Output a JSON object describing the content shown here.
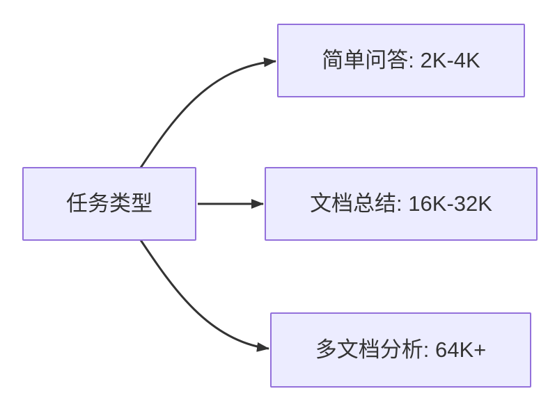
{
  "diagram": {
    "type": "flowchart-left-to-right",
    "root": {
      "id": "task-type",
      "label": "任务类型"
    },
    "children": [
      {
        "id": "simple-qa",
        "label": "简单问答: 2K-4K"
      },
      {
        "id": "doc-summary",
        "label": "文档总结: 16K-32K"
      },
      {
        "id": "multidoc-analysis",
        "label": "多文档分析: 64K+"
      }
    ],
    "edges": [
      {
        "from": "任务类型",
        "to": "简单问答: 2K-4K"
      },
      {
        "from": "任务类型",
        "to": "文档总结: 16K-32K"
      },
      {
        "from": "任务类型",
        "to": "多文档分析: 64K+"
      }
    ],
    "colors": {
      "node_fill": "#ECECFF",
      "node_border": "#9370DB",
      "edge": "#333333",
      "text": "#333333",
      "background": "#FFFFFF"
    }
  }
}
